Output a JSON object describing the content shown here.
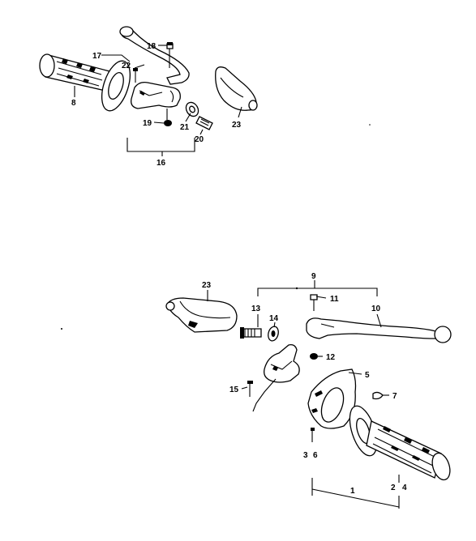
{
  "upper_assembly": {
    "callouts": {
      "grip": "8",
      "lever": "17",
      "adjuster": "18",
      "screw_a": "22",
      "bracket_assembly": "16",
      "nut": "19",
      "washer": "21",
      "bolt": "20",
      "cover": "23"
    }
  },
  "lower_assembly": {
    "callouts": {
      "cover": "23",
      "lever_set": "9",
      "bolt": "13",
      "screw": "11",
      "lever": "10",
      "washer": "14",
      "nut": "12",
      "screw_b": "15",
      "throttle_housing": "5",
      "clip": "7",
      "screw_c": "3",
      "screw_d": "6",
      "part_2": "2",
      "part_4": "4",
      "throttle_grip_assembly": "1"
    }
  }
}
